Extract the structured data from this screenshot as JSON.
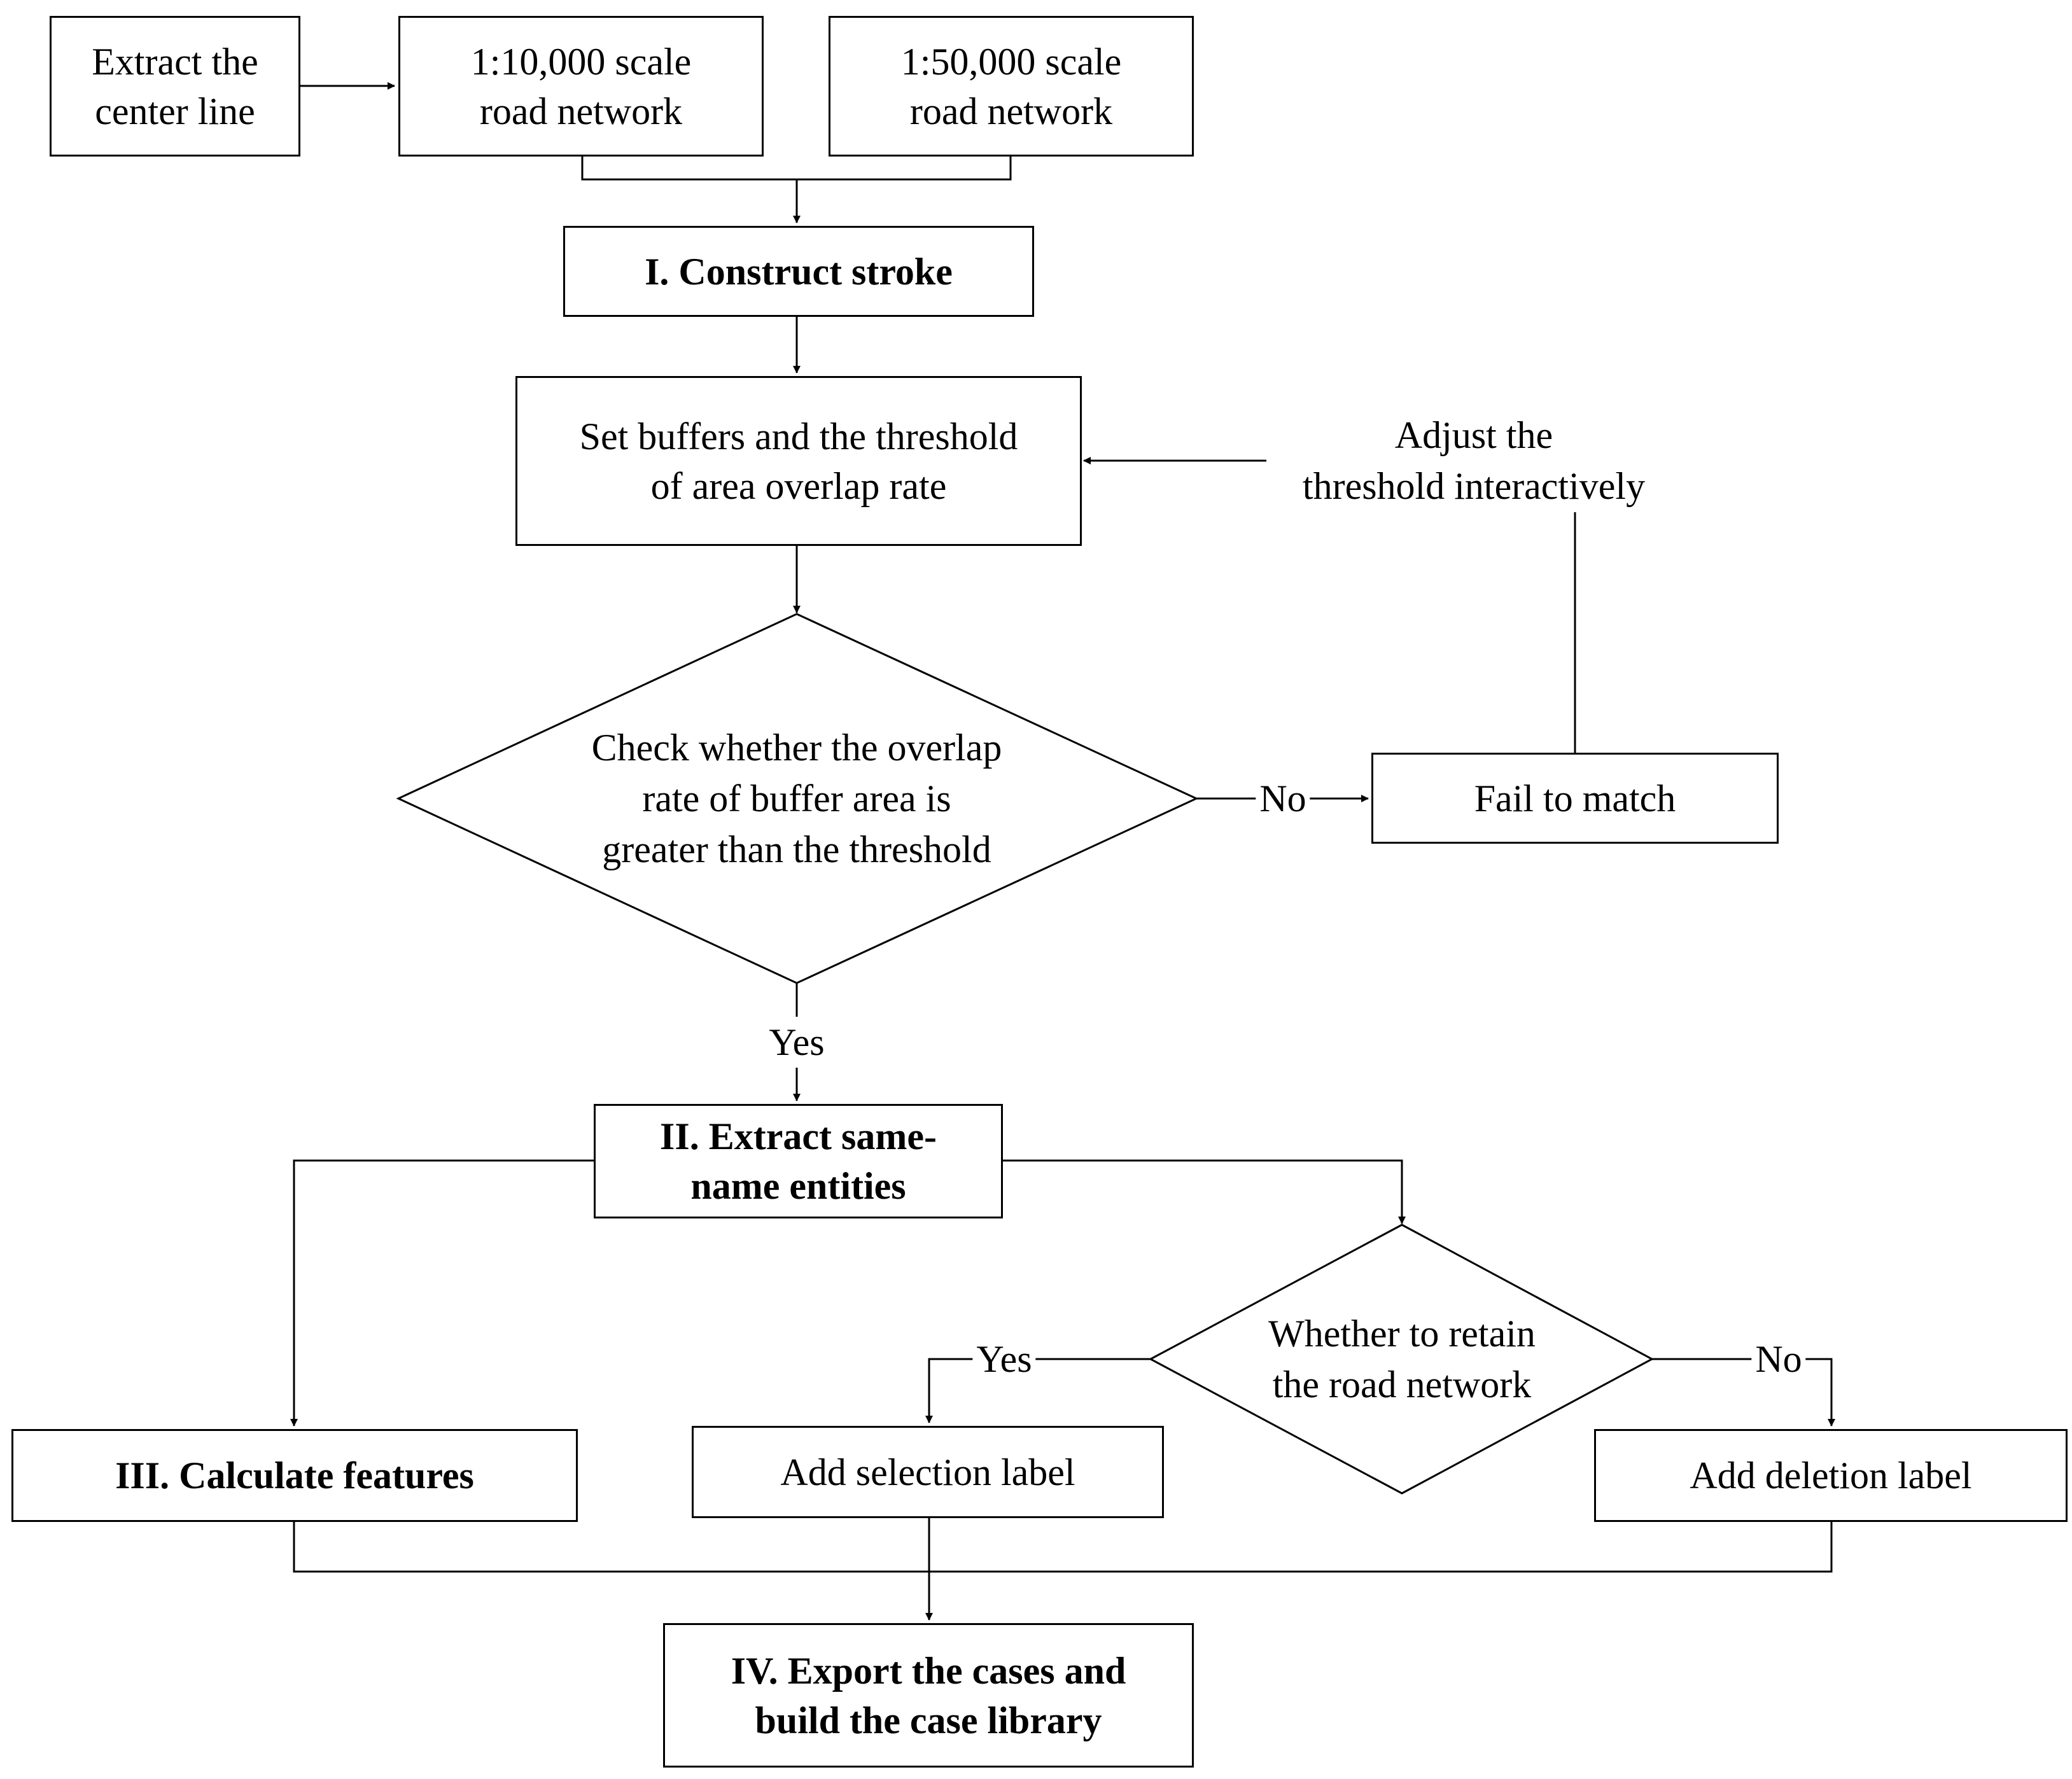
{
  "nodes": {
    "extract_center_line": "Extract the\ncenter line",
    "scale_10000": "1:10,000 scale\nroad network",
    "scale_50000": "1:50,000 scale\nroad network",
    "construct_stroke": "I. Construct stroke",
    "set_buffers": "Set buffers and the threshold\nof area overlap rate",
    "check_overlap": "Check whether the overlap\nrate of buffer area is\ngreater than the threshold",
    "fail_to_match": "Fail to match",
    "adjust_threshold": "Adjust the\nthreshold interactively",
    "extract_same_name": "II. Extract same-\nname entities",
    "retain_road": "Whether to retain\nthe road network",
    "calculate_features": "III. Calculate features",
    "add_selection": "Add selection label",
    "add_deletion": "Add deletion label",
    "export_cases": "IV. Export the cases and\nbuild the case library"
  },
  "edge_labels": {
    "no_fail": "No",
    "yes_extract": "Yes",
    "yes_selection": "Yes",
    "no_deletion": "No"
  }
}
